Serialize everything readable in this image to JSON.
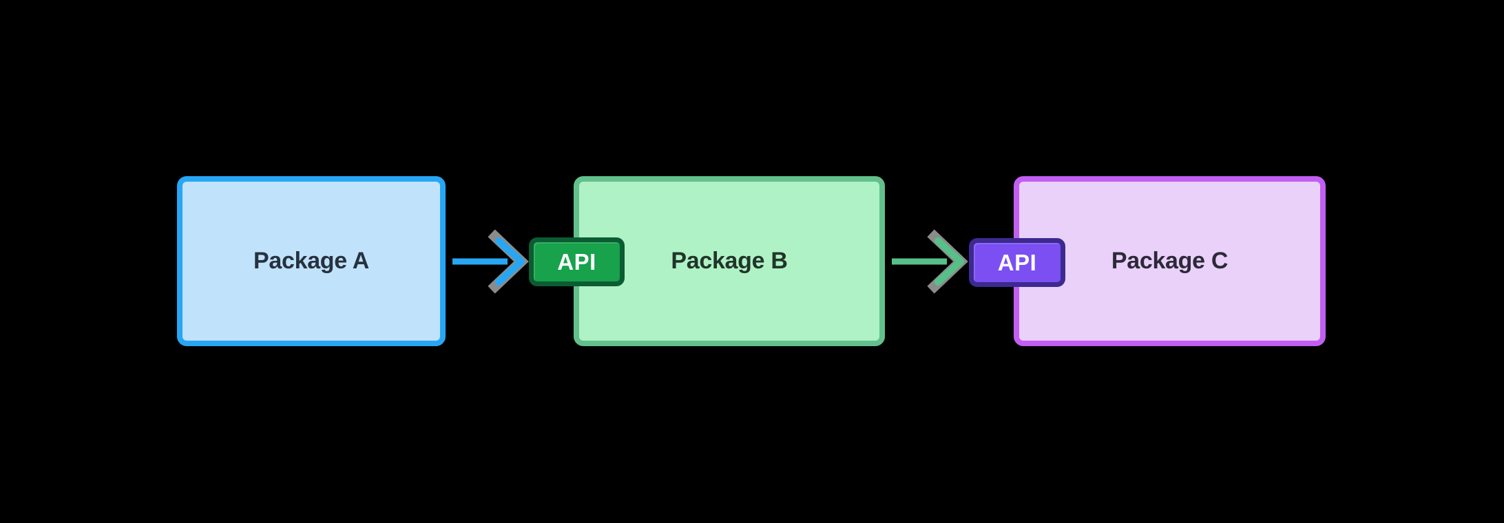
{
  "canvas": {
    "background": "#000000",
    "shadow_color": "#8a8a8a"
  },
  "packages": [
    {
      "label": "Package A",
      "fill": "#c0e2fb",
      "border": "#27a7f3",
      "label_color": "#26323f"
    },
    {
      "label": "Package B",
      "fill": "#aff2c6",
      "border": "#63c08c",
      "label_color": "#213529",
      "api_badge": {
        "label": "API",
        "fill": "#17a24b",
        "border": "#0b5c33",
        "text_color": "#ffffff"
      }
    },
    {
      "label": "Package C",
      "fill": "#e9d1fa",
      "border": "#c25ff2",
      "label_color": "#2e2939",
      "api_badge": {
        "label": "API",
        "fill": "#7b4ff2",
        "border": "#3c2a90",
        "text_color": "#ffffff"
      }
    }
  ],
  "arrows": [
    {
      "from": "Package A",
      "to": "Package B API",
      "color": "#27a7f3",
      "shadow_color": "#8b8b8b"
    },
    {
      "from": "Package B",
      "to": "Package C API",
      "color": "#57c088",
      "shadow_color": "#8b8b8b"
    }
  ]
}
